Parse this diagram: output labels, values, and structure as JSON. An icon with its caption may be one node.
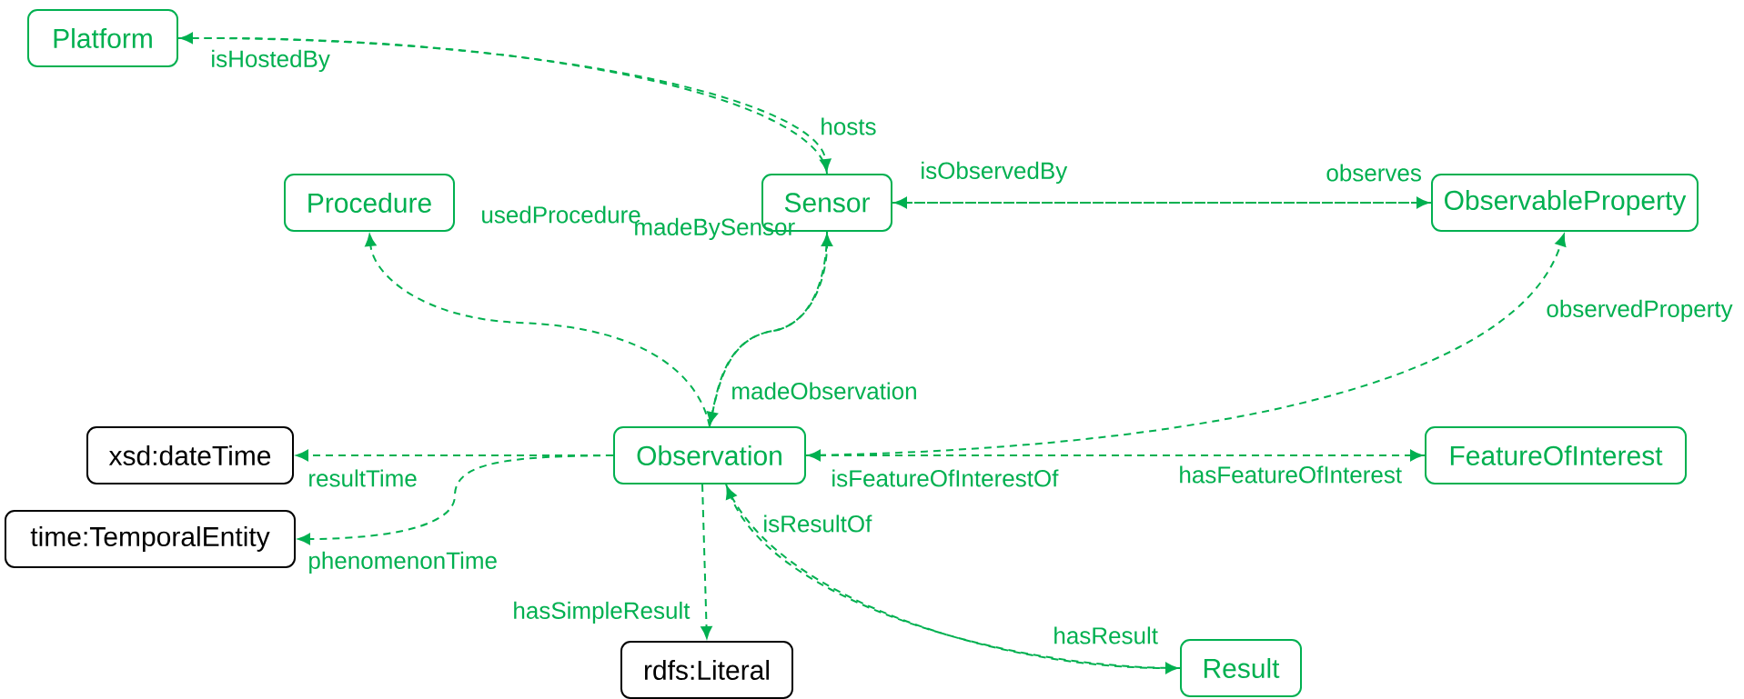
{
  "diagram": {
    "nodes": [
      {
        "text": [
          "Platform"
        ]
      },
      {
        "text": [
          "Procedure"
        ]
      },
      {
        "text": [
          "Sensor"
        ]
      },
      {
        "text": [
          "ObservableProperty"
        ]
      },
      {
        "text": [
          "xsd:dateTime"
        ]
      },
      {
        "text": [
          "Observation"
        ]
      },
      {
        "text": [
          "FeatureOfInterest"
        ]
      },
      {
        "text": [
          "time:TemporalEntity"
        ]
      },
      {
        "text": [
          "rdfs:Literal"
        ]
      },
      {
        "text": [
          "Result"
        ]
      }
    ],
    "edges": [
      {
        "from": 2,
        "to": 0,
        "arrow": "to",
        "label": "isHostedBy",
        "style": "dashed"
      },
      {
        "from": 0,
        "to": 2,
        "arrow": "to",
        "label": "hosts",
        "style": "dashed"
      },
      {
        "from": 3,
        "to": 2,
        "arrow": "to",
        "label": "isObservedBy",
        "style": "dashed"
      },
      {
        "from": 2,
        "to": 3,
        "arrow": "to",
        "label": "observes",
        "style": "dashed"
      },
      {
        "from": 5,
        "to": 1,
        "arrow": "to",
        "label": "usedProcedure",
        "style": "dashed"
      },
      {
        "from": 5,
        "to": 2,
        "arrow": "to",
        "label": "madeBySensor",
        "style": "dashed"
      },
      {
        "from": 2,
        "to": 5,
        "arrow": "to",
        "label": "madeObservation",
        "style": "dashed"
      },
      {
        "from": 5,
        "to": 3,
        "arrow": "to",
        "label": "observedProperty",
        "style": "dashed"
      },
      {
        "from": 5,
        "to": 6,
        "arrow": "to",
        "label": "hasFeatureOfInterest",
        "style": "dashed"
      },
      {
        "from": 6,
        "to": 5,
        "arrow": "to",
        "label": "isFeatureOfInterestOf",
        "style": "dashed"
      },
      {
        "from": 5,
        "to": 4,
        "arrow": "to",
        "label": "resultTime",
        "style": "dashed"
      },
      {
        "from": 5,
        "to": 7,
        "arrow": "to",
        "label": "phenomenonTime",
        "style": "dashed"
      },
      {
        "from": 5,
        "to": 8,
        "arrow": "to",
        "label": "hasSimpleResult",
        "style": "dashed"
      },
      {
        "from": 9,
        "to": 5,
        "arrow": "to",
        "label": "isResultOf",
        "style": "dashed"
      },
      {
        "from": 5,
        "to": 9,
        "arrow": "to",
        "label": "hasResult",
        "style": "dashed"
      }
    ]
  }
}
